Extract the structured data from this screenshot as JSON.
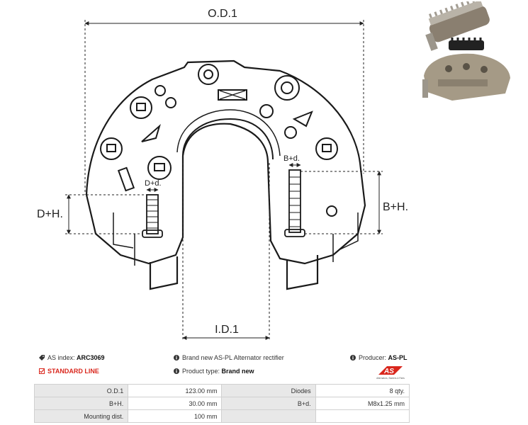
{
  "drawing": {
    "od_label": "O.D.1",
    "id_label": "I.D.1",
    "bh_label": "B+H.",
    "dh_label": "D+H.",
    "bd_label": "B+d.",
    "dd_label": "D+d."
  },
  "info": {
    "as_index_label": "AS index:",
    "as_index_value": "ARC3069",
    "standard_line": "STANDARD LINE",
    "description": "Brand new AS-PL Alternator rectifier",
    "product_type_label": "Product type:",
    "product_type_value": "Brand new",
    "producer_label": "Producer:",
    "producer_value": "AS-PL"
  },
  "logo": {
    "text": "AS",
    "tagline": "Alternators, Starters & Parts",
    "accent": "#d9261c"
  },
  "specs": {
    "rows": [
      {
        "l1": "O.D.1",
        "v1": "123.00 mm",
        "l2": "Diodes",
        "v2": "8 qty."
      },
      {
        "l1": "B+H.",
        "v1": "30.00 mm",
        "l2": "B+d.",
        "v2": "M8x1.25 mm"
      },
      {
        "l1": "Mounting dist.",
        "v1": "100 mm",
        "l2": "",
        "v2": ""
      }
    ]
  }
}
